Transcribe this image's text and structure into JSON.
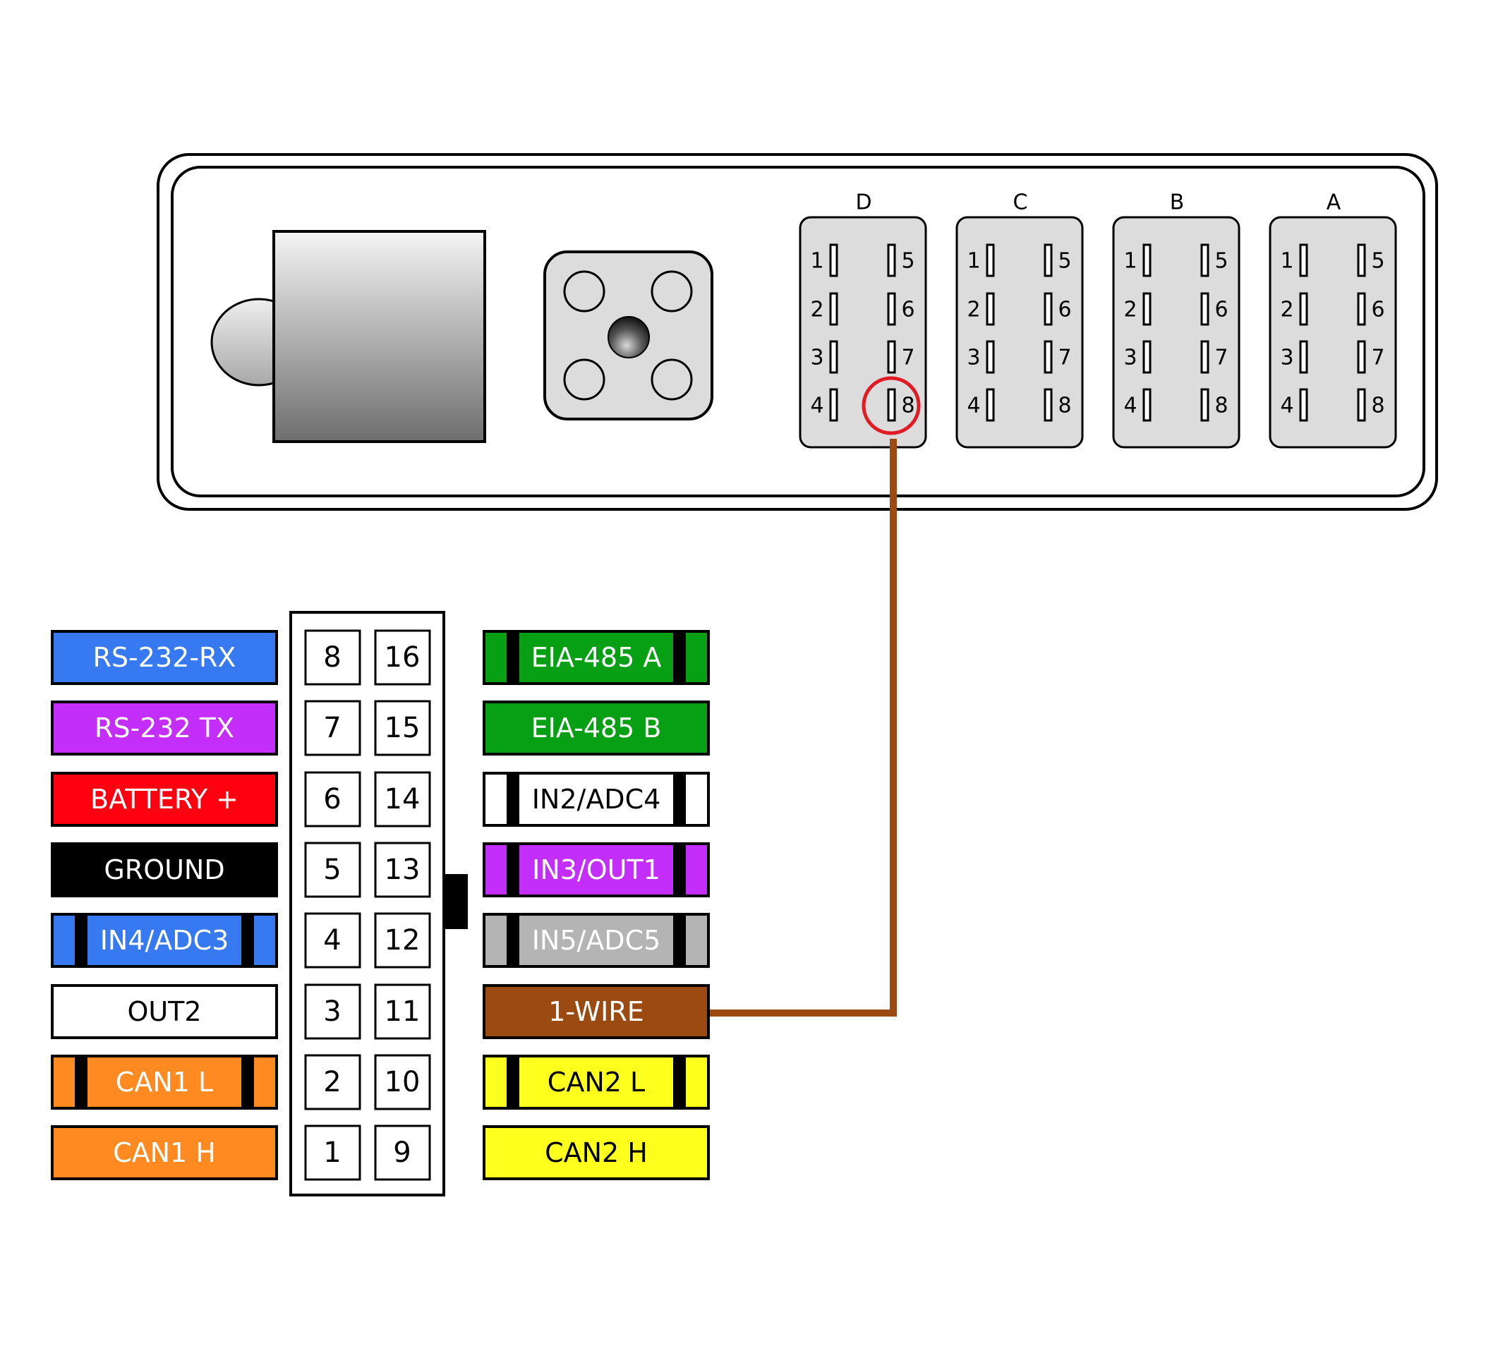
{
  "colors": {
    "wire": "#9B4A12",
    "highlight": "#E01B24",
    "pin_panel": "#DCDCDC"
  },
  "connector_blocks": [
    {
      "label": "D",
      "left_pins": [
        "1",
        "2",
        "3",
        "4"
      ],
      "right_pins": [
        "5",
        "6",
        "7",
        "8"
      ]
    },
    {
      "label": "C",
      "left_pins": [
        "1",
        "2",
        "3",
        "4"
      ],
      "right_pins": [
        "5",
        "6",
        "7",
        "8"
      ]
    },
    {
      "label": "B",
      "left_pins": [
        "1",
        "2",
        "3",
        "4"
      ],
      "right_pins": [
        "5",
        "6",
        "7",
        "8"
      ]
    },
    {
      "label": "A",
      "left_pins": [
        "1",
        "2",
        "3",
        "4"
      ],
      "right_pins": [
        "5",
        "6",
        "7",
        "8"
      ]
    }
  ],
  "highlighted_pin": {
    "block": "D",
    "pin": "8"
  },
  "plug": {
    "left_column": [
      "8",
      "7",
      "6",
      "5",
      "4",
      "3",
      "2",
      "1"
    ],
    "right_column": [
      "16",
      "15",
      "14",
      "13",
      "12",
      "11",
      "10",
      "9"
    ]
  },
  "left_wires": [
    {
      "label": "RS-232-RX",
      "color": "#3779F0",
      "text_color": "#FFFFFF",
      "stripe": null
    },
    {
      "label": "RS-232 TX",
      "color": "#C42EFB",
      "text_color": "#FFFFFF",
      "stripe": null
    },
    {
      "label": "BATTERY +",
      "color": "#FF0010",
      "text_color": "#FFFFFF",
      "stripe": null
    },
    {
      "label": "GROUND",
      "color": "#000000",
      "text_color": "#FFFFFF",
      "stripe": null
    },
    {
      "label": "IN4/ADC3",
      "color": "#3779F0",
      "text_color": "#FFFFFF",
      "stripe": "#000000"
    },
    {
      "label": "OUT2",
      "color": "#FFFFFF",
      "text_color": "#000000",
      "stripe": null
    },
    {
      "label": "CAN1 L",
      "color": "#FF8A22",
      "text_color": "#FFFFFF",
      "stripe": "#000000"
    },
    {
      "label": "CAN1 H",
      "color": "#FF8A22",
      "text_color": "#FFFFFF",
      "stripe": null
    }
  ],
  "right_wires": [
    {
      "label": "EIA-485 A",
      "color": "#079F14",
      "text_color": "#FFFFFF",
      "stripe": "#000000"
    },
    {
      "label": "EIA-485 B",
      "color": "#079F14",
      "text_color": "#FFFFFF",
      "stripe": null
    },
    {
      "label": "IN2/ADC4",
      "color": "#FFFFFF",
      "text_color": "#000000",
      "stripe": "#000000"
    },
    {
      "label": "IN3/OUT1",
      "color": "#C42EFB",
      "text_color": "#FFFFFF",
      "stripe": "#000000"
    },
    {
      "label": "IN5/ADC5",
      "color": "#B4B4B4",
      "text_color": "#FFFFFF",
      "stripe": "#000000"
    },
    {
      "label": "1-WIRE",
      "color": "#9B4A12",
      "text_color": "#FFFFFF",
      "stripe": null
    },
    {
      "label": "CAN2 L",
      "color": "#FFFF1E",
      "text_color": "#000000",
      "stripe": "#000000"
    },
    {
      "label": "CAN2 H",
      "color": "#FFFF1E",
      "text_color": "#000000",
      "stripe": null
    }
  ]
}
